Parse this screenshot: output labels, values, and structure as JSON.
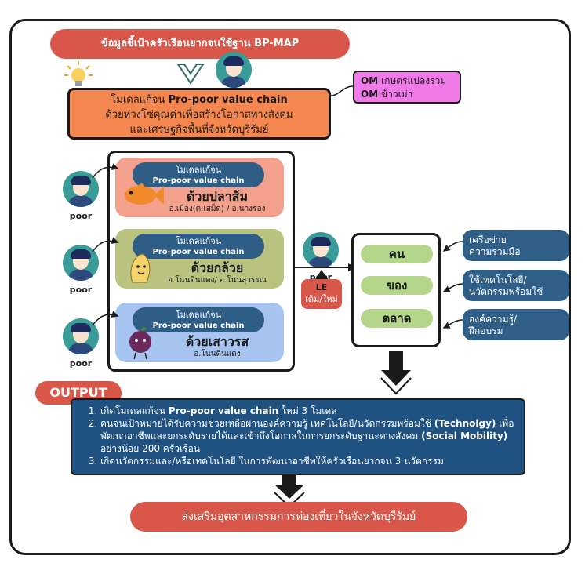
{
  "header": {
    "title": "ข้อมูลชี้เป้าครัวเรือนยากจนใช้ฐาน BP-MAP",
    "poor_label": "poor"
  },
  "model": {
    "line1_prefix": "โมเดลแก้จน",
    "line1_bold": "Pro-poor value chain",
    "line2": "ด้วยห่วงโซ่คุณค่าเพื่อสร้างโอกาสทางสังคม",
    "line3": "และเศรษฐกิจพื้นที่จังหวัดบุรีรัมย์"
  },
  "om": {
    "item1_tag": "OM",
    "item1": "เกษตรแปลงรวม",
    "item2_tag": "OM",
    "item2": "ข้าวเม่า"
  },
  "cards": [
    {
      "title": "โมเดลแก้จน",
      "subtitle": "Pro-poor value chain",
      "name": "ด้วยปลาส้ม",
      "area": "อ.เมือง(ต.เสม็ด) / อ.นางรอง",
      "color": "#f3a08c"
    },
    {
      "title": "โมเดลแก้จน",
      "subtitle": "Pro-poor value chain",
      "name": "ด้วยกล้วย",
      "area": "อ.โนนดินแดง/ อ.โนนสุวรรณ",
      "color": "#b9c37f"
    },
    {
      "title": "โมเดลแก้จน",
      "subtitle": "Pro-poor value chain",
      "name": "ด้วยเสาวรส",
      "area": "อ.โนนดินแดง",
      "color": "#a7c3f0"
    }
  ],
  "poor_labels": [
    "poor",
    "poor",
    "poor",
    "poor"
  ],
  "le": {
    "tag": "LE",
    "text": "เดิม/ใหม่"
  },
  "market": [
    "คน",
    "ของ",
    "ตลาด"
  ],
  "side_boxes": [
    {
      "line1": "เครือข่าย",
      "line2": "ความร่วมมือ"
    },
    {
      "line1": "ใช้เทคโนโลยี/",
      "line2": "นวัตกรรมพร้อมใช้"
    },
    {
      "line1": "องค์ความรู้/",
      "line2": "ฝึกอบรม"
    }
  ],
  "output": {
    "label": "OUTPUT",
    "item1_a": "เกิดโมเดลแก้จน ",
    "item1_b": "Pro-poor value chain",
    "item1_c": " ใหม่ 3 โมเดล",
    "item2_a": "คนจนเป้าหมายได้รับความช่วยเหลือผ่านองค์ความรู้ เทคโนโลยี/นวัตกรรมพร้อมใช้ ",
    "item2_b": "(Technolgy)",
    "item2_c": " เพื่อพัฒนาอาชีพและยกระดับรายได้และเข้าถึงโอกาสในการยกระดับฐานะทางสังคม ",
    "item2_d": "(Social Mobility)",
    "item2_e": " อย่างน้อย 200 ครัวเรือน",
    "item3": "เกิดนวัตกรรมและ/หรือเทคโนโลยี ในการพัฒนาอาชีพให้ครัวเรือนยากจน 3 นวัตกรรม"
  },
  "footer": {
    "text": "ส่งเสริมอุตสาหกรรมการท่องเที่ยวในจังหวัดบุรีรัมย์"
  },
  "colors": {
    "red": "#d9574a",
    "orange": "#f4874f",
    "pink": "#ef7ae8",
    "navy": "#2f5f86",
    "green_pill": "#b3d68a"
  }
}
